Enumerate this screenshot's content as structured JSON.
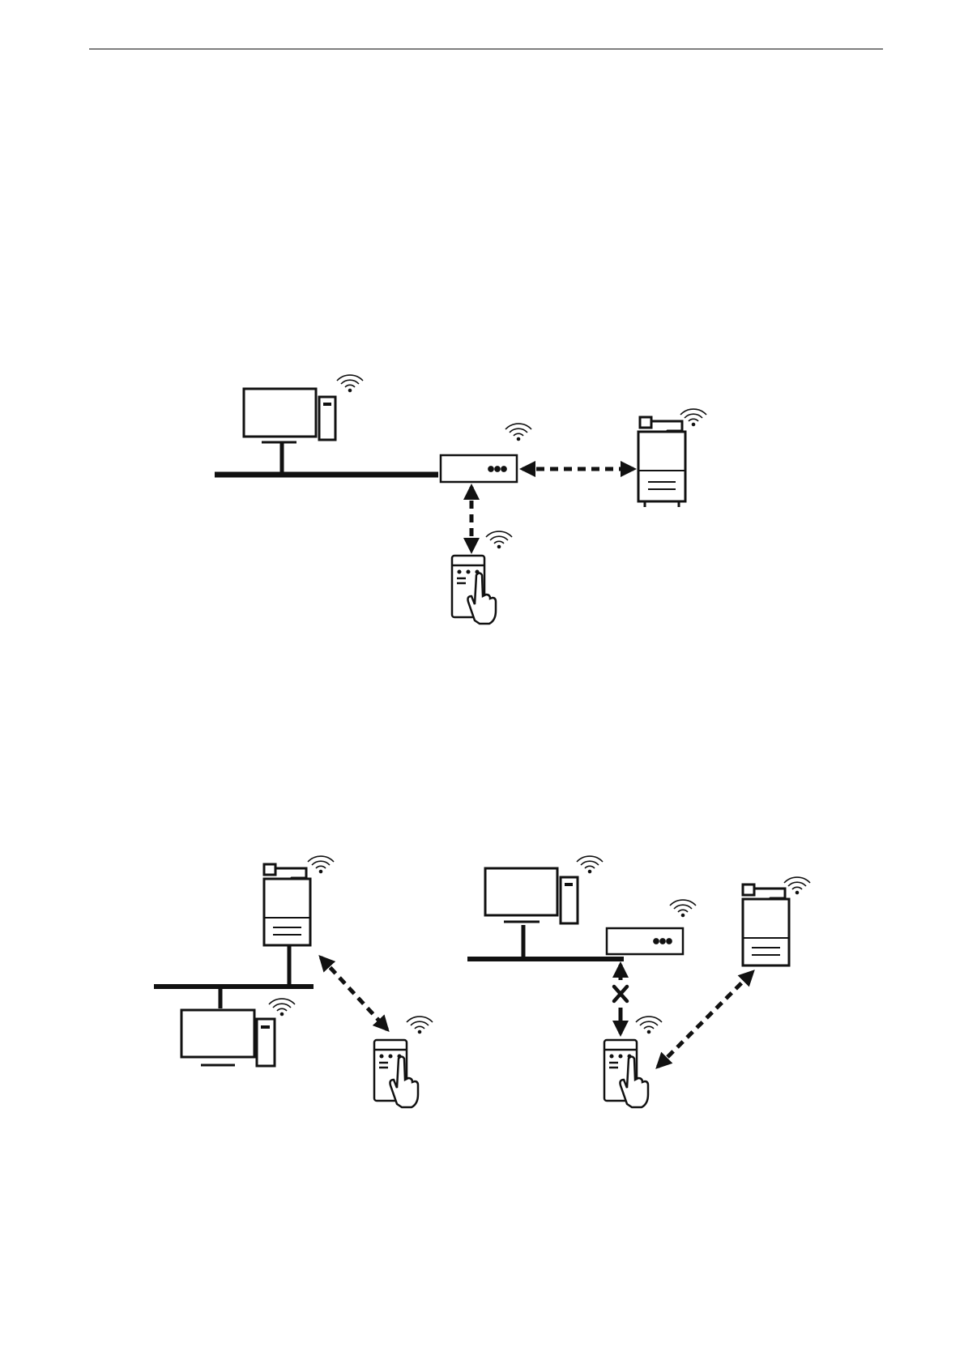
{
  "page": {
    "background": "#ffffff",
    "ink": "#111111"
  },
  "diagrams": [
    {
      "id": "infrastructure-mode",
      "devices": [
        "computer-icon",
        "access-point-icon",
        "printer-icon",
        "smartphone-icon"
      ],
      "links": [
        {
          "from": "access-point-icon",
          "to": "printer-icon",
          "style": "wireless-dashed"
        },
        {
          "from": "access-point-icon",
          "to": "smartphone-icon",
          "style": "wireless-dashed"
        },
        {
          "from": "computer-icon",
          "to": "access-point-icon",
          "style": "wired"
        }
      ]
    },
    {
      "id": "wifi-direct-printer-wired",
      "devices": [
        "printer-icon",
        "computer-icon",
        "smartphone-icon"
      ],
      "links": [
        {
          "from": "printer-icon",
          "to": "smartphone-icon",
          "style": "wireless-dashed"
        },
        {
          "from": "computer-icon",
          "to": "printer-icon",
          "style": "wired"
        }
      ]
    },
    {
      "id": "wifi-direct-no-router",
      "devices": [
        "computer-icon",
        "access-point-icon",
        "printer-icon",
        "smartphone-icon"
      ],
      "links": [
        {
          "from": "smartphone-icon",
          "to": "printer-icon",
          "style": "wireless-dashed"
        },
        {
          "from": "smartphone-icon",
          "to": "access-point-icon",
          "style": "blocked",
          "marker": "cross-icon"
        }
      ]
    }
  ]
}
